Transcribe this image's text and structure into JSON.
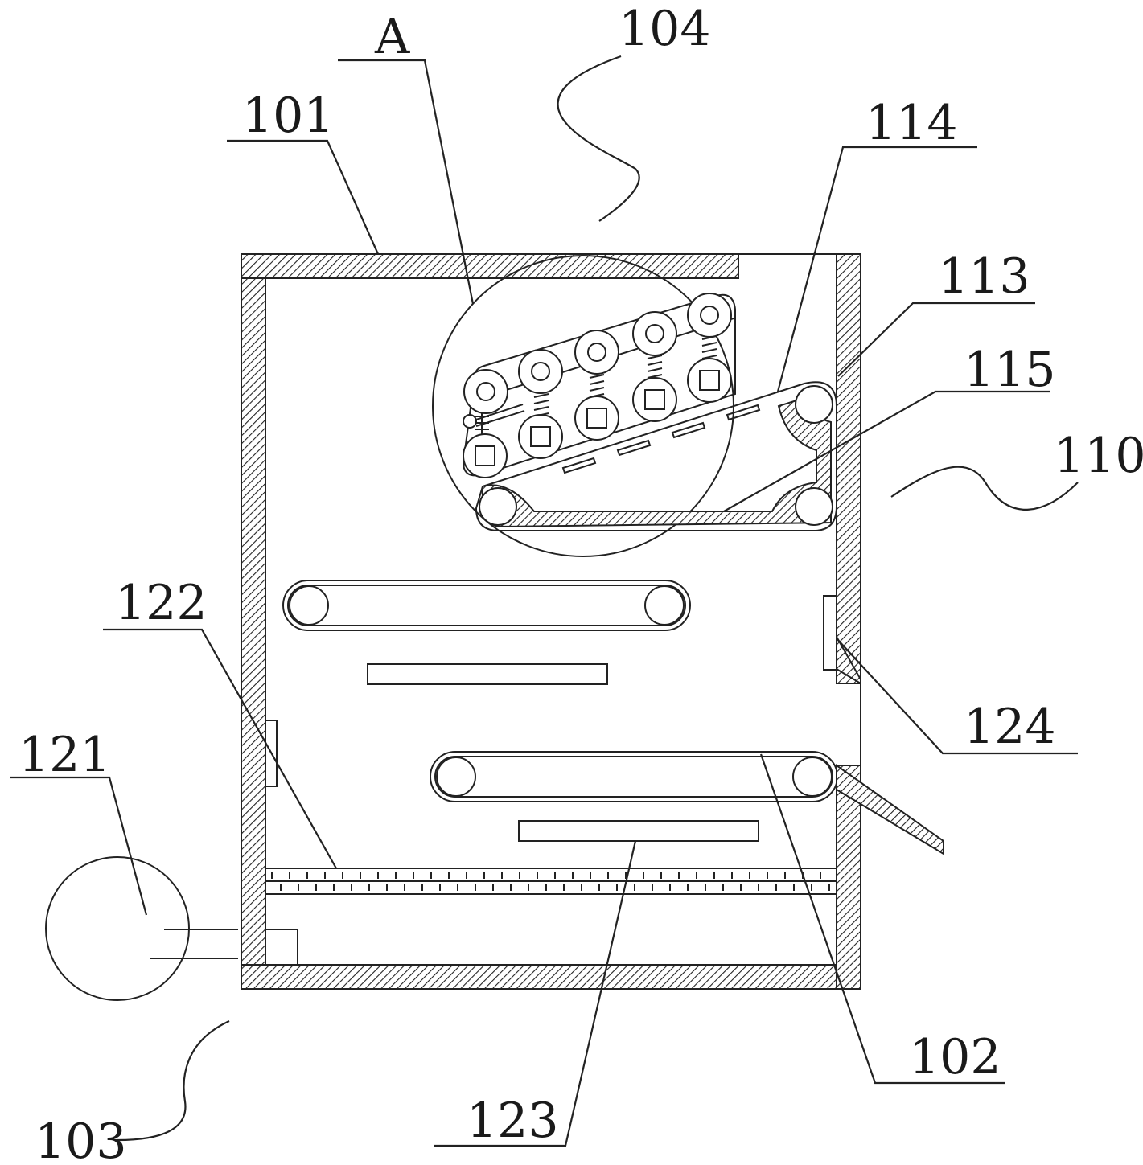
{
  "colors": {
    "line": "#222222",
    "background": "#ffffff"
  },
  "labels": {
    "l101": "101",
    "l104": "104",
    "lA": "A",
    "l114": "114",
    "l113": "113",
    "l115": "115",
    "l110": "110",
    "l122": "122",
    "l121": "121",
    "l124": "124",
    "l102": "102",
    "l103": "103",
    "l123": "123"
  }
}
